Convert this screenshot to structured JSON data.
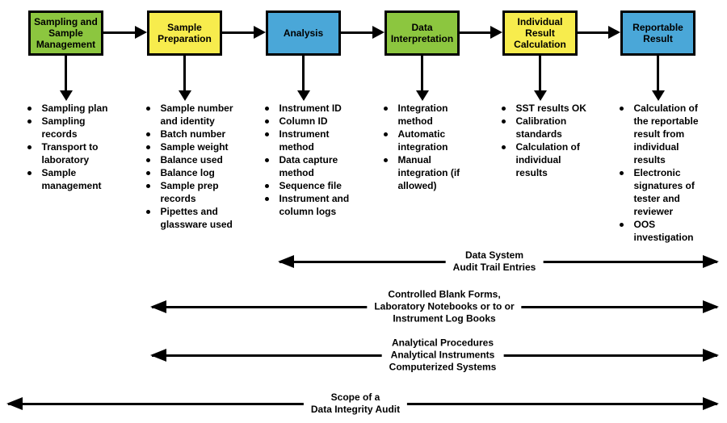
{
  "colors": {
    "green": "#8CC63F",
    "yellow": "#F7EC4D",
    "blue": "#4AA7D8",
    "line": "#000000"
  },
  "stages": [
    {
      "label": "Sampling and Sample Management",
      "color": "green",
      "bullets": [
        "Sampling plan",
        "Sampling records",
        "Transport to laboratory",
        "Sample management"
      ]
    },
    {
      "label": "Sample Preparation",
      "color": "yellow",
      "bullets": [
        "Sample number and identity",
        "Batch number",
        "Sample weight",
        "Balance used",
        "Balance log",
        "Sample prep records",
        "Pipettes and glassware used"
      ]
    },
    {
      "label": "Analysis",
      "color": "blue",
      "bullets": [
        "Instrument ID",
        "Column ID",
        "Instrument method",
        "Data capture method",
        "Sequence file",
        "Instrument and column logs"
      ]
    },
    {
      "label": "Data Interpretation",
      "color": "green",
      "bullets": [
        "Integration method",
        "Automatic integration",
        "Manual integration (if allowed)"
      ]
    },
    {
      "label": "Individual Result Calculation",
      "color": "yellow",
      "bullets": [
        "SST results OK",
        "Calibration standards",
        "Calculation of individual results"
      ]
    },
    {
      "label": "Reportable Result",
      "color": "blue",
      "bullets": [
        "Calculation of the reportable result from individual results",
        "Electronic signatures of tester and reviewer",
        "OOS investigation"
      ]
    }
  ],
  "audit_spans": [
    {
      "lines": [
        "Data System",
        "Audit Trail Entries"
      ]
    },
    {
      "lines": [
        "Controlled Blank Forms,",
        "Laboratory Notebooks or to or",
        "Instrument Log Books"
      ]
    },
    {
      "lines": [
        "Analytical Procedures",
        "Analytical Instruments",
        "Computerized Systems"
      ]
    },
    {
      "lines": [
        "Scope of a",
        "Data Integrity Audit"
      ]
    }
  ]
}
